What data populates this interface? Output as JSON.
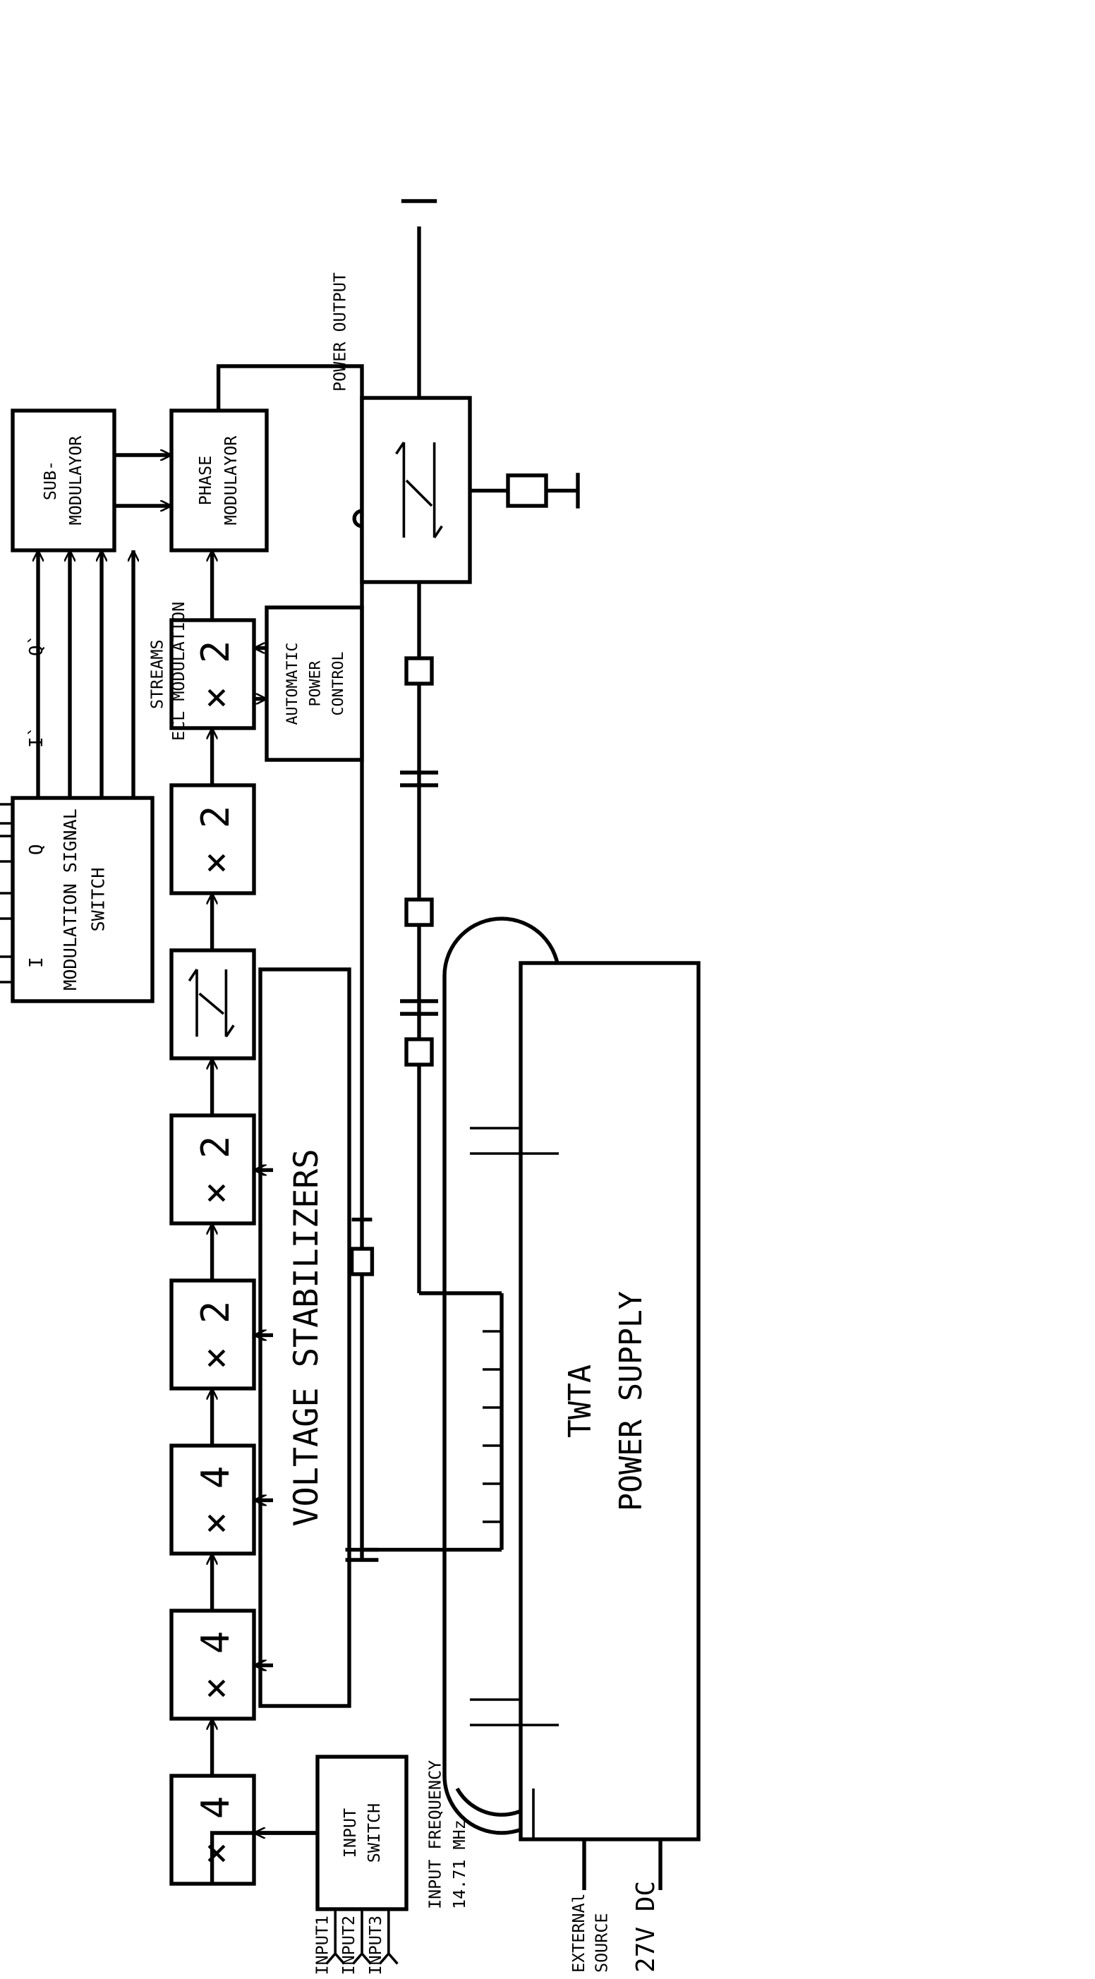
{
  "blocks": {
    "mult1": "× 4",
    "mult2": "× 4",
    "mult3": "× 4",
    "mult4": "× 2",
    "mult5": "× 2",
    "mult6": "× 2",
    "mult7": "× 2",
    "input_switch": [
      "INPUT",
      "SWITCH"
    ],
    "voltage_stabilizers": "VOLTAGE  STABILIZERS",
    "automatic_power_control": [
      "AUTOMATIC",
      "POWER",
      "CONTROL"
    ],
    "modulation_signal_switch": [
      "MODULATION SIGNAL",
      "SWITCH"
    ],
    "sub_modulator": [
      "SUB-",
      "MODULAYOR"
    ],
    "phase_modulator": [
      "PHASE",
      "MODULAYOR"
    ],
    "twta_power_supply": [
      "TWTA",
      "POWER   SUPPLY"
    ]
  },
  "labels": {
    "inputs": [
      "INPUT1",
      "INPUT2",
      "INPUT3"
    ],
    "input_frequency": [
      "INPUT FREQUENCY",
      "14.71 MHz"
    ],
    "ecl_streams": [
      "ECL MODULATION",
      "STREAMS"
    ],
    "signal_i": "I",
    "signal_q": "Q",
    "signal_i_prime": "I`",
    "signal_q_prime": "Q`",
    "power_output": "POWER  OUTPUT",
    "external_source": [
      "EXTERNAl",
      "SOURCE"
    ],
    "dc_voltage": "27V DC"
  }
}
